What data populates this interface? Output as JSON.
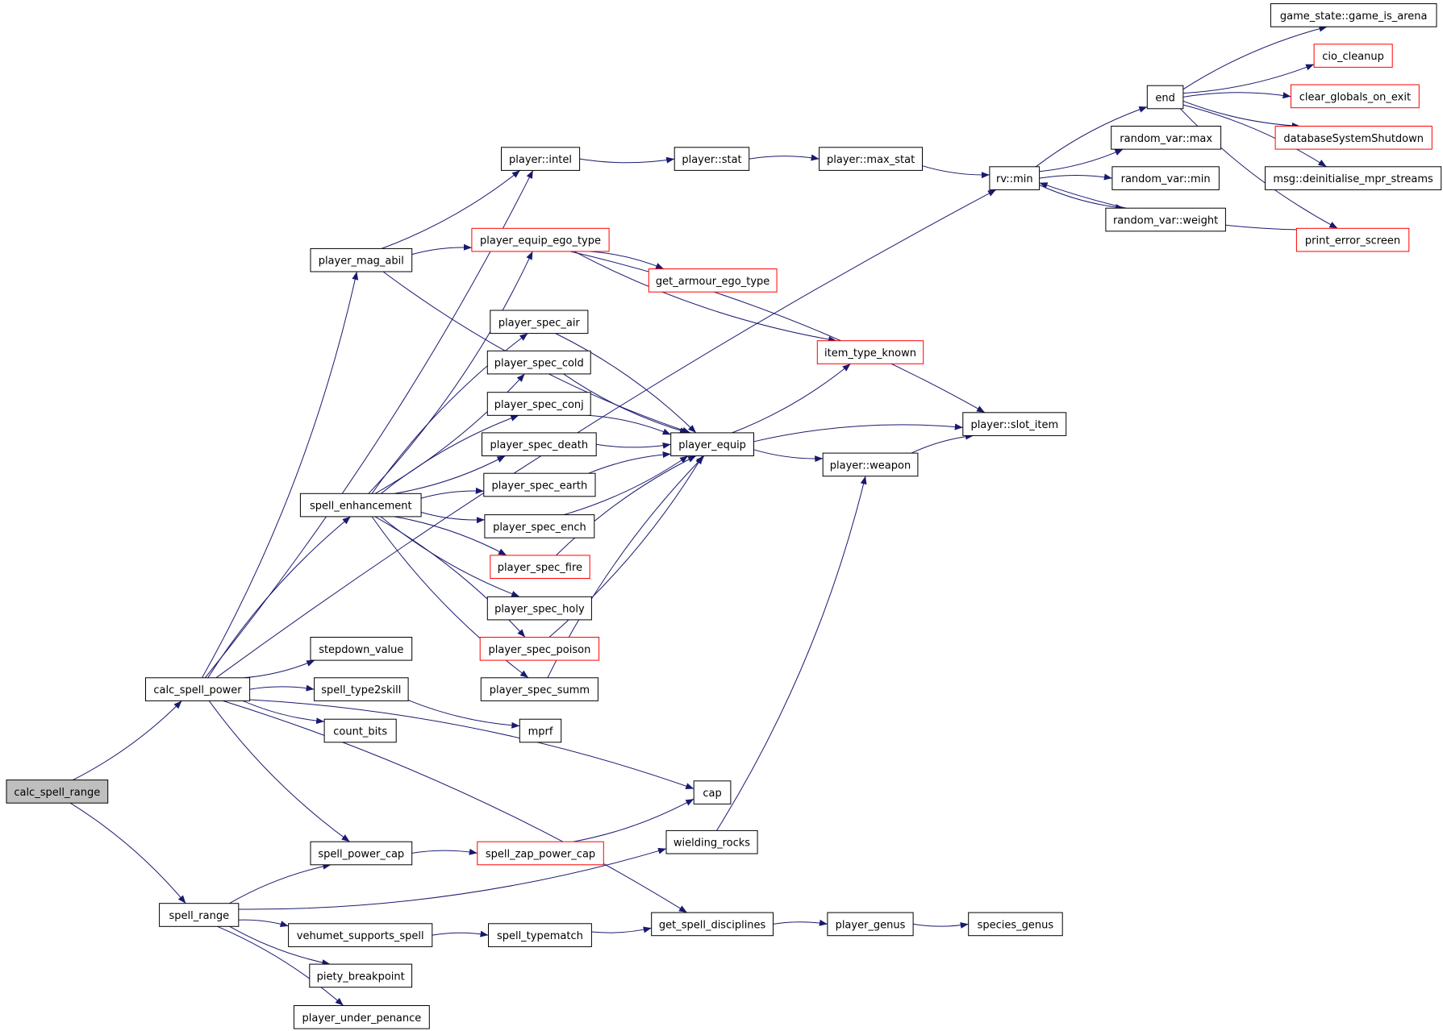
{
  "diagram": {
    "kind": "call-graph",
    "colors": {
      "edge": "#191970",
      "node_border": "#000000",
      "truncated_border": "#ff0000",
      "root_fill": "#bfbfbf"
    },
    "nodes": [
      {
        "id": "calc_spell_range",
        "label": "calc_spell_range",
        "root": true
      },
      {
        "id": "calc_spell_power",
        "label": "calc_spell_power"
      },
      {
        "id": "spell_range",
        "label": "spell_range"
      },
      {
        "id": "player_intel",
        "label": "player::intel"
      },
      {
        "id": "player_stat",
        "label": "player::stat"
      },
      {
        "id": "player_max_stat",
        "label": "player::max_stat"
      },
      {
        "id": "rv_min",
        "label": "rv::min"
      },
      {
        "id": "end",
        "label": "end"
      },
      {
        "id": "game_is_arena",
        "label": "game_state::game_is_arena"
      },
      {
        "id": "cio_cleanup",
        "label": "cio_cleanup",
        "truncated": true
      },
      {
        "id": "clear_globals_on_exit",
        "label": "clear_globals_on_exit",
        "truncated": true
      },
      {
        "id": "databaseSystemShutdown",
        "label": "databaseSystemShutdown",
        "truncated": true
      },
      {
        "id": "msg_deinit",
        "label": "msg::deinitialise_mpr_streams"
      },
      {
        "id": "print_error_screen",
        "label": "print_error_screen",
        "truncated": true
      },
      {
        "id": "rv_max",
        "label": "random_var::max"
      },
      {
        "id": "random_var_min",
        "label": "random_var::min"
      },
      {
        "id": "rv_weight",
        "label": "random_var::weight"
      },
      {
        "id": "player_mag_abil",
        "label": "player_mag_abil"
      },
      {
        "id": "player_equip_ego_type",
        "label": "player_equip_ego_type",
        "truncated": true
      },
      {
        "id": "get_armour_ego_type",
        "label": "get_armour_ego_type",
        "truncated": true
      },
      {
        "id": "item_type_known",
        "label": "item_type_known",
        "truncated": true
      },
      {
        "id": "player_slot_item",
        "label": "player::slot_item"
      },
      {
        "id": "player_equip",
        "label": "player_equip"
      },
      {
        "id": "player_weapon",
        "label": "player::weapon"
      },
      {
        "id": "spell_enhancement",
        "label": "spell_enhancement"
      },
      {
        "id": "ps_air",
        "label": "player_spec_air"
      },
      {
        "id": "ps_cold",
        "label": "player_spec_cold"
      },
      {
        "id": "ps_conj",
        "label": "player_spec_conj"
      },
      {
        "id": "ps_death",
        "label": "player_spec_death"
      },
      {
        "id": "ps_earth",
        "label": "player_spec_earth"
      },
      {
        "id": "ps_ench",
        "label": "player_spec_ench"
      },
      {
        "id": "ps_fire",
        "label": "player_spec_fire",
        "truncated": true
      },
      {
        "id": "ps_holy",
        "label": "player_spec_holy"
      },
      {
        "id": "ps_poison",
        "label": "player_spec_poison",
        "truncated": true
      },
      {
        "id": "ps_summ",
        "label": "player_spec_summ"
      },
      {
        "id": "stepdown_value",
        "label": "stepdown_value"
      },
      {
        "id": "spell_type2skill",
        "label": "spell_type2skill"
      },
      {
        "id": "count_bits",
        "label": "count_bits"
      },
      {
        "id": "mprf",
        "label": "mprf"
      },
      {
        "id": "cap",
        "label": "cap"
      },
      {
        "id": "spell_power_cap",
        "label": "spell_power_cap"
      },
      {
        "id": "spell_zap_power_cap",
        "label": "spell_zap_power_cap",
        "truncated": true
      },
      {
        "id": "wielding_rocks",
        "label": "wielding_rocks"
      },
      {
        "id": "get_spell_disciplines",
        "label": "get_spell_disciplines"
      },
      {
        "id": "player_genus",
        "label": "player_genus"
      },
      {
        "id": "species_genus",
        "label": "species_genus"
      },
      {
        "id": "vehumet_supports_spell",
        "label": "vehumet_supports_spell"
      },
      {
        "id": "spell_typematch",
        "label": "spell_typematch"
      },
      {
        "id": "piety_breakpoint",
        "label": "piety_breakpoint"
      },
      {
        "id": "player_under_penance",
        "label": "player_under_penance"
      }
    ],
    "edges": [
      [
        "calc_spell_range",
        "calc_spell_power"
      ],
      [
        "calc_spell_range",
        "spell_range"
      ],
      [
        "calc_spell_power",
        "player_intel"
      ],
      [
        "calc_spell_power",
        "rv_min"
      ],
      [
        "calc_spell_power",
        "player_mag_abil"
      ],
      [
        "calc_spell_power",
        "spell_enhancement"
      ],
      [
        "calc_spell_power",
        "stepdown_value"
      ],
      [
        "calc_spell_power",
        "spell_type2skill"
      ],
      [
        "calc_spell_power",
        "count_bits"
      ],
      [
        "calc_spell_power",
        "cap"
      ],
      [
        "calc_spell_power",
        "spell_power_cap"
      ],
      [
        "calc_spell_power",
        "get_spell_disciplines"
      ],
      [
        "player_intel",
        "player_stat"
      ],
      [
        "player_stat",
        "player_max_stat"
      ],
      [
        "player_max_stat",
        "rv_min"
      ],
      [
        "rv_min",
        "end"
      ],
      [
        "rv_min",
        "rv_max"
      ],
      [
        "rv_min",
        "random_var_min"
      ],
      [
        "rv_min",
        "rv_weight"
      ],
      [
        "end",
        "game_is_arena"
      ],
      [
        "end",
        "cio_cleanup"
      ],
      [
        "end",
        "clear_globals_on_exit"
      ],
      [
        "end",
        "databaseSystemShutdown"
      ],
      [
        "end",
        "msg_deinit"
      ],
      [
        "end",
        "print_error_screen"
      ],
      [
        "print_error_screen",
        "rv_min"
      ],
      [
        "player_mag_abil",
        "player_intel"
      ],
      [
        "player_mag_abil",
        "player_equip_ego_type"
      ],
      [
        "player_mag_abil",
        "player_equip"
      ],
      [
        "player_equip_ego_type",
        "get_armour_ego_type"
      ],
      [
        "player_equip_ego_type",
        "item_type_known"
      ],
      [
        "player_equip_ego_type",
        "player_slot_item"
      ],
      [
        "player_equip",
        "item_type_known"
      ],
      [
        "player_equip",
        "player_slot_item"
      ],
      [
        "player_equip",
        "player_weapon"
      ],
      [
        "player_weapon",
        "player_slot_item"
      ],
      [
        "spell_enhancement",
        "player_equip_ego_type"
      ],
      [
        "spell_enhancement",
        "ps_air"
      ],
      [
        "spell_enhancement",
        "ps_cold"
      ],
      [
        "spell_enhancement",
        "ps_conj"
      ],
      [
        "spell_enhancement",
        "ps_death"
      ],
      [
        "spell_enhancement",
        "ps_earth"
      ],
      [
        "spell_enhancement",
        "ps_ench"
      ],
      [
        "spell_enhancement",
        "ps_fire"
      ],
      [
        "spell_enhancement",
        "ps_holy"
      ],
      [
        "spell_enhancement",
        "ps_poison"
      ],
      [
        "spell_enhancement",
        "ps_summ"
      ],
      [
        "ps_air",
        "player_equip"
      ],
      [
        "ps_cold",
        "player_equip"
      ],
      [
        "ps_conj",
        "player_equip"
      ],
      [
        "ps_death",
        "player_equip"
      ],
      [
        "ps_earth",
        "player_equip"
      ],
      [
        "ps_ench",
        "player_equip"
      ],
      [
        "ps_fire",
        "player_equip"
      ],
      [
        "ps_poison",
        "player_equip"
      ],
      [
        "ps_summ",
        "player_equip"
      ],
      [
        "spell_type2skill",
        "mprf"
      ],
      [
        "spell_power_cap",
        "spell_zap_power_cap"
      ],
      [
        "spell_zap_power_cap",
        "cap"
      ],
      [
        "spell_range",
        "spell_power_cap"
      ],
      [
        "spell_range",
        "wielding_rocks"
      ],
      [
        "spell_range",
        "vehumet_supports_spell"
      ],
      [
        "spell_range",
        "piety_breakpoint"
      ],
      [
        "spell_range",
        "player_under_penance"
      ],
      [
        "wielding_rocks",
        "player_weapon"
      ],
      [
        "vehumet_supports_spell",
        "spell_typematch"
      ],
      [
        "spell_typematch",
        "get_spell_disciplines"
      ],
      [
        "get_spell_disciplines",
        "player_genus"
      ],
      [
        "player_genus",
        "species_genus"
      ]
    ]
  }
}
